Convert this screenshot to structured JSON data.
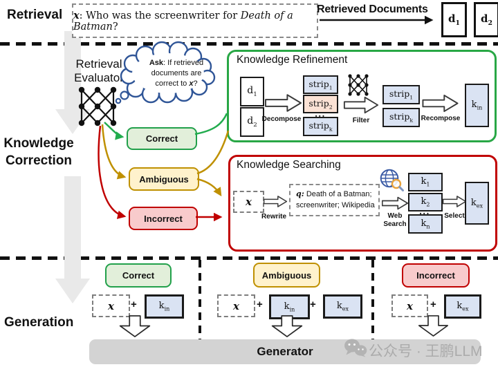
{
  "sections": {
    "retrieval": "Retrieval",
    "knowledge_correction_line1": "Knowledge",
    "knowledge_correction_line2": "Correction",
    "generation": "Generation"
  },
  "retrieval_row": {
    "question_x": "x",
    "question_mid": ": Who was the screenwriter for ",
    "question_title": "Death of a Batman",
    "question_end": "?",
    "arrow_label": "Retrieved Documents",
    "doc1": {
      "base": "d",
      "sub": "1"
    },
    "doc2": {
      "base": "d",
      "sub": "2"
    }
  },
  "evaluator": {
    "label_line1": "Retrieval",
    "label_line2": "Evaluator",
    "ask_bold": "Ask",
    "ask_line1_rest": ": If retrieved",
    "ask_line2": "documents are",
    "ask_line3_pre": "correct to ",
    "ask_line3_x": "x",
    "ask_line3_end": "?"
  },
  "verdicts": {
    "correct": "Correct",
    "ambiguous": "Ambiguous",
    "incorrect": "Incorrect"
  },
  "refinement": {
    "title": "Knowledge Refinement",
    "d1": {
      "base": "d",
      "sub": "1"
    },
    "d2": {
      "base": "d",
      "sub": "2"
    },
    "decompose": "Decompose",
    "strip1": {
      "base": "strip",
      "sub": "1"
    },
    "strip2": {
      "base": "strip",
      "sub": "2"
    },
    "ellipsis": "...",
    "stripk": {
      "base": "strip",
      "sub": "k"
    },
    "filter": "Filter",
    "strip1b": {
      "base": "strip",
      "sub": "1"
    },
    "stripkb": {
      "base": "strip",
      "sub": "k"
    },
    "recompose": "Recompose",
    "k_in": {
      "base": "k",
      "sub": "in"
    }
  },
  "searching": {
    "title": "Knowledge Searching",
    "x": "x",
    "rewrite": "Rewrite",
    "q_label": "q:",
    "q_line1": " Death of a Batman;",
    "q_line2": "screenwriter; Wikipedia",
    "web_line1": "Web",
    "web_line2": "Search",
    "k1": {
      "base": "k",
      "sub": "1"
    },
    "k2": {
      "base": "k",
      "sub": "2"
    },
    "ellipsis": "...",
    "kn": {
      "base": "k",
      "sub": "n"
    },
    "select": "Select",
    "k_ex": {
      "base": "k",
      "sub": "ex"
    }
  },
  "generation": {
    "plus": "+",
    "x": "x",
    "columns": [
      {
        "badge": "Correct"
      },
      {
        "badge": "Ambiguous"
      },
      {
        "badge": "Incorrect"
      }
    ],
    "k_in": {
      "base": "k",
      "sub": "in"
    },
    "k_ex": {
      "base": "k",
      "sub": "ex"
    },
    "generator": "Generator"
  },
  "watermark": "公众号 · 王鹏LLM",
  "colors": {
    "correct_border": "#21a04a",
    "correct_bg": "#e2efda",
    "ambiguous_border": "#bf9000",
    "ambiguous_bg": "#fff2cc",
    "incorrect_border": "#c00000",
    "incorrect_bg": "#f8cbcc",
    "knowledge_blue": "#dae3f3",
    "strip_highlight": "#fbe2d5",
    "refinement_border": "#28a745",
    "searching_border": "#c00000",
    "bubble_blue": "#2f5597",
    "generator_gray": "#d3d3d3",
    "gray_arrow": "#e9e9e9"
  }
}
